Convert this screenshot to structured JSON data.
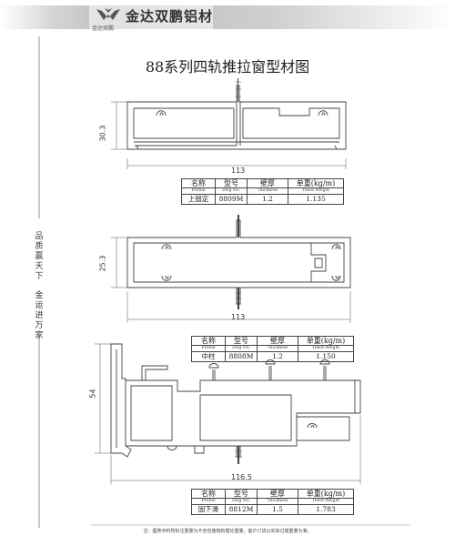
{
  "header": {
    "brand_name": "金达双鹏铝材",
    "brand_sub": "金达双鹏",
    "accent_color": "#9a9a9a"
  },
  "page_title": "88系列四轨推拉窗型材图",
  "side_slogan": {
    "part1": [
      "品",
      "质",
      "赢",
      "天",
      "下"
    ],
    "part2": [
      "金",
      "运",
      "进",
      "万",
      "家"
    ]
  },
  "table_headers": {
    "name": "名称",
    "name_en": "Profile",
    "model": "型号",
    "model_en": "Dwg No.",
    "thickness": "壁厚",
    "thickness_en": "Thickness",
    "weight": "单重(kg/m)",
    "weight_en": "Theor.Weight"
  },
  "profiles": [
    {
      "name": "上固定",
      "model": "8809M",
      "thickness": "1.2",
      "weight": "1.135",
      "width_dim": "113",
      "height_dim": "30.3"
    },
    {
      "name": "中柱",
      "model": "8808M",
      "thickness": "1.2",
      "weight": "1.150",
      "width_dim": "113",
      "height_dim": "25.3"
    },
    {
      "name": "固下滑",
      "model": "8812M",
      "thickness": "1.5",
      "weight": "1.783",
      "width_dim": "116.5",
      "height_dim": "54"
    }
  ],
  "footer_note": "注：图表中料所标注重量为不含包装物的理论重量，客户订货以实际过磅重量为准。"
}
